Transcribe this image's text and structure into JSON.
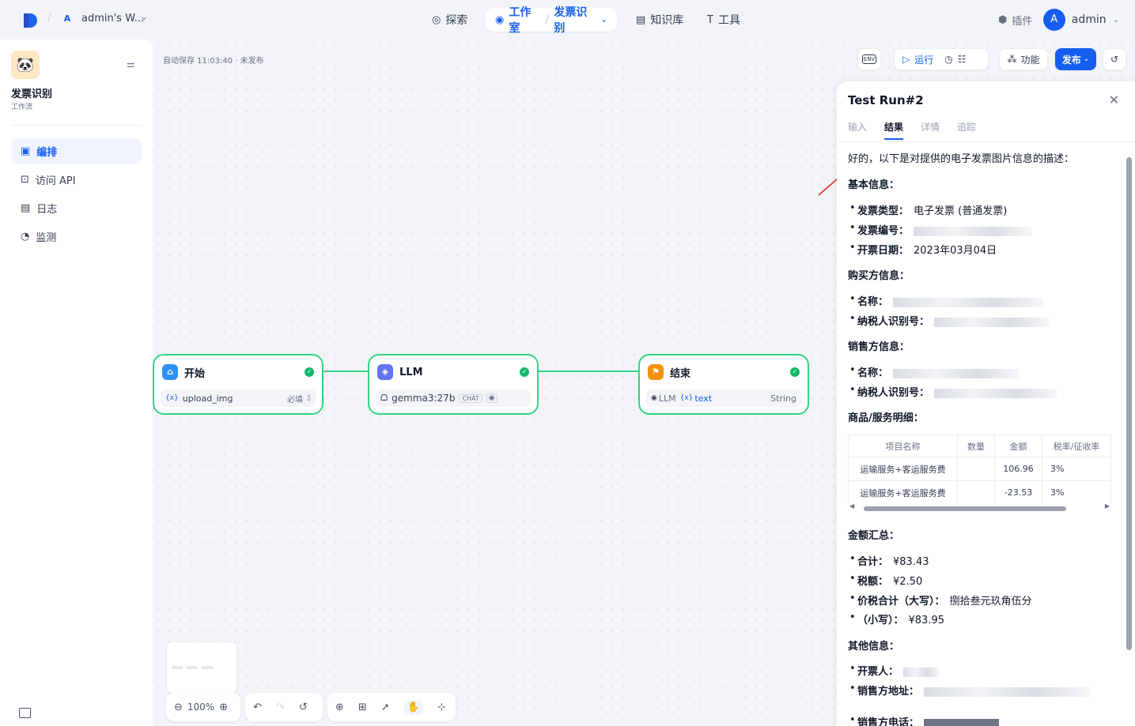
{
  "topbar": {
    "workspace_initial": "A",
    "workspace_name": "admin's W...",
    "nav": {
      "explore": "探索",
      "studio": "工作室",
      "app": "发票识别",
      "knowledge": "知识库",
      "tools": "工具"
    },
    "plugins": "插件",
    "user_initial": "A",
    "user_name": "admin"
  },
  "sidebar": {
    "app_name": "发票识别",
    "app_type": "工作流",
    "items": [
      {
        "label": "编排",
        "icon": "layout-icon"
      },
      {
        "label": "访问 API",
        "icon": "terminal-icon"
      },
      {
        "label": "日志",
        "icon": "log-icon"
      },
      {
        "label": "监测",
        "icon": "monitor-icon"
      }
    ]
  },
  "canvas": {
    "autosave": "自动保存 11:03:40 · 未发布",
    "toolbar": {
      "env": "ENV",
      "run": "运行",
      "features": "功能",
      "publish": "发布"
    },
    "nodes": {
      "start": {
        "title": "开始",
        "var_prefix": "{x}",
        "var": "upload_img",
        "required": "必填"
      },
      "llm": {
        "title": "LLM",
        "model": "gemma3:27b",
        "mode": "CHAT"
      },
      "end": {
        "title": "结束",
        "source": "LLM",
        "var_prefix": "{x}",
        "var": "text",
        "type": "String"
      }
    },
    "zoom": "100%"
  },
  "panel": {
    "title": "Test Run#2",
    "tabs": [
      "输入",
      "结果",
      "详情",
      "追踪"
    ],
    "active_tab": "结果",
    "intro": "好的，以下是对提供的电子发票图片信息的描述：",
    "basic": {
      "heading": "基本信息：",
      "type_label": "发票类型：",
      "type_value": "电子发票 (普通发票)",
      "number_label": "发票编号：",
      "date_label": "开票日期：",
      "date_value": "2023年03月04日"
    },
    "buyer": {
      "heading": "购买方信息：",
      "name_label": "名称：",
      "tax_label": "纳税人识别号："
    },
    "seller": {
      "heading": "销售方信息：",
      "name_label": "名称：",
      "tax_label": "纳税人识别号："
    },
    "items": {
      "heading": "商品/服务明细：",
      "columns": [
        "项目名称",
        "数量",
        "金额",
        "税率/征收率"
      ],
      "rows": [
        [
          "运输服务+客运服务费",
          "",
          "106.96",
          "3%"
        ],
        [
          "运输服务+客运服务费",
          "",
          "-23.53",
          "3%"
        ]
      ]
    },
    "totals": {
      "heading": "金额汇总：",
      "sum_label": "合计：",
      "sum_value": "¥83.43",
      "tax_label": "税额：",
      "tax_value": "¥2.50",
      "upper_label": "价税合计（大写）：",
      "upper_value": "捌拾叁元玖角伍分",
      "lower_label": "（小写）：",
      "lower_value": "¥83.95"
    },
    "other": {
      "heading": "其他信息：",
      "issuer_label": "开票人：",
      "address_label": "销售方地址：",
      "phone_label": "销售方电话："
    }
  }
}
